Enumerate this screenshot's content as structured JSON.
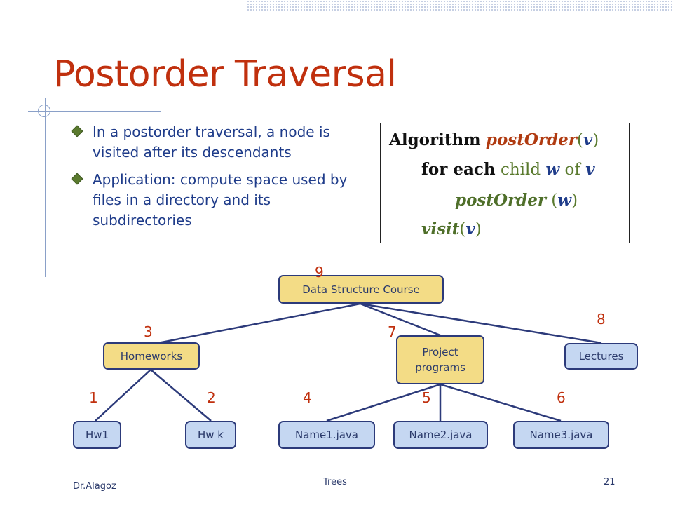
{
  "slide": {
    "title": "Postorder Traversal",
    "bullets": [
      {
        "text": "In a postorder traversal, a node is visited after its descendants"
      },
      {
        "text": "Application: compute space used by files in a directory and its subdirectories"
      }
    ]
  },
  "algorithm": {
    "line1": {
      "kw": "Algorithm",
      "fn": "postOrder",
      "open": "(",
      "var": "v",
      "close": ")"
    },
    "line2": {
      "kw1": "for each",
      "word1": "child",
      "var1": "w",
      "word2": "of",
      "var2": "v"
    },
    "line3": {
      "fn": "postOrder",
      "open": "(",
      "var": "w",
      "close": ")"
    },
    "line4": {
      "fn": "visit",
      "open": "(",
      "var": "v",
      "close": ")"
    }
  },
  "tree": {
    "nodes": {
      "root": {
        "label": "Data Structure Course",
        "order": "9"
      },
      "homeworks": {
        "label": "Homeworks",
        "order": "3"
      },
      "project": {
        "label": "Project programs",
        "order": "7"
      },
      "lectures": {
        "label": "Lectures",
        "order": "8"
      },
      "hw1": {
        "label": "Hw1",
        "order": "1"
      },
      "hwk": {
        "label": "Hw k",
        "order": "2"
      },
      "name1": {
        "label": "Name1.java",
        "order": "4"
      },
      "name2": {
        "label": "Name2.java",
        "order": "5"
      },
      "name3": {
        "label": "Name3.java",
        "order": "6"
      }
    }
  },
  "footer": {
    "author": "Dr.Alagoz",
    "topic": "Trees",
    "page": "21"
  },
  "colors": {
    "title": "#c0300e",
    "text": "#1f3c8a",
    "node_fill_yellow": "#f3dc86",
    "node_fill_blue": "#c5d7f2",
    "edge": "#2c3a7a"
  }
}
